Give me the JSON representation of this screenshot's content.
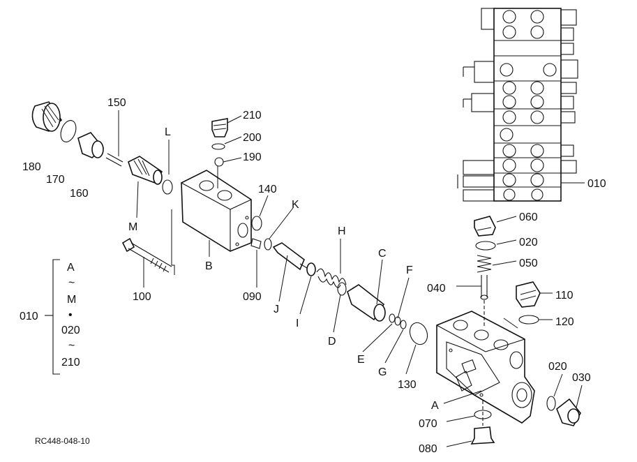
{
  "labels": {
    "p150": "150",
    "p180": "180",
    "p170": "170",
    "p160": "160",
    "pL": "L",
    "pM": "M",
    "p210": "210",
    "p200": "200",
    "p190": "190",
    "p140": "140",
    "pK": "K",
    "pB": "B",
    "p100": "100",
    "p090": "090",
    "pH": "H",
    "pJ": "J",
    "pI": "I",
    "pC": "C",
    "pD": "D",
    "pF": "F",
    "pE": "E",
    "pG": "G",
    "p130": "130",
    "pA": "A",
    "p060": "060",
    "p020a": "020",
    "p050": "050",
    "p040": "040",
    "p110": "110",
    "p120": "120",
    "p010": "010",
    "p020b": "020",
    "p030": "030",
    "p070": "070",
    "p080": "080"
  },
  "legend": {
    "code": "010",
    "lines": [
      "A",
      "~",
      "M",
      "•",
      "020",
      "~",
      "210"
    ]
  },
  "figure_ref": "RC448-048-10"
}
